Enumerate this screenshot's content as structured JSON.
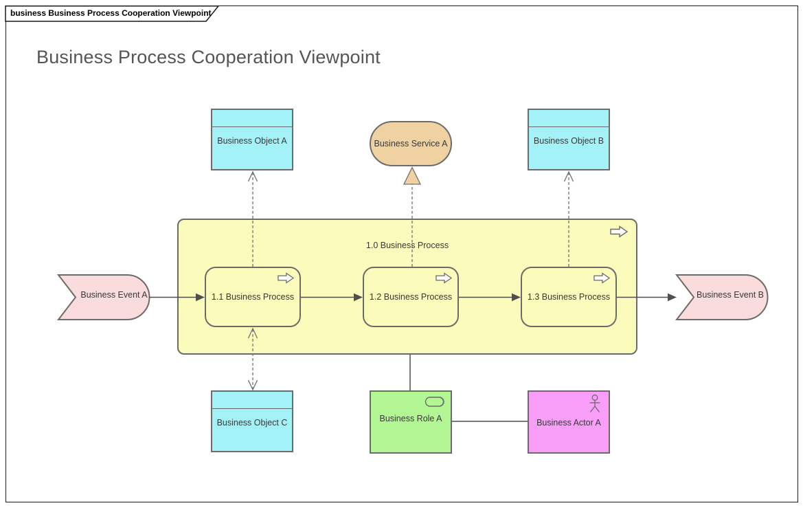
{
  "frame": {
    "tab_label": "business Business Process Cooperation Viewpoint"
  },
  "title": "Business Process Cooperation Viewpoint",
  "colors": {
    "business_object_fill": "#A3F2F8",
    "business_process_fill": "#FBFBBB",
    "business_service_fill": "#F0D2A2",
    "business_event_fill": "#FADCDC",
    "business_role_fill": "#B2F793",
    "business_actor_fill": "#F99EF9",
    "node_border": "#6B6B6B",
    "solid_connector": "#4F4F4F",
    "dashed_connector": "#707070",
    "title_text": "#555555",
    "node_text": "#383838"
  },
  "nodes": {
    "business_object_a": {
      "label": "Business Object A",
      "type": "business-object"
    },
    "business_object_b": {
      "label": "Business Object B",
      "type": "business-object"
    },
    "business_object_c": {
      "label": "Business Object C",
      "type": "business-object"
    },
    "business_service_a": {
      "label": "Business Service A",
      "type": "business-service"
    },
    "process_group": {
      "label": "1.0 Business Process",
      "type": "business-process-group"
    },
    "process_1_1": {
      "label": "1.1 Business Process",
      "type": "business-process"
    },
    "process_1_2": {
      "label": "1.2 Business Process",
      "type": "business-process"
    },
    "process_1_3": {
      "label": "1.3 Business Process",
      "type": "business-process"
    },
    "business_event_a": {
      "label": "Business Event A",
      "type": "business-event"
    },
    "business_event_b": {
      "label": "Business Event B",
      "type": "business-event"
    },
    "business_role_a": {
      "label": "Business Role A",
      "type": "business-role"
    },
    "business_actor_a": {
      "label": "Business Actor A",
      "type": "business-actor"
    }
  },
  "relationships": [
    {
      "from": "business_event_a",
      "to": "process_1_1",
      "style": "solid",
      "arrow": "filled-triangle"
    },
    {
      "from": "process_1_1",
      "to": "process_1_2",
      "style": "solid",
      "arrow": "filled-triangle"
    },
    {
      "from": "process_1_2",
      "to": "process_1_3",
      "style": "solid",
      "arrow": "filled-triangle"
    },
    {
      "from": "process_1_3",
      "to": "business_event_b",
      "style": "solid",
      "arrow": "filled-triangle"
    },
    {
      "from": "process_1_1",
      "to": "business_object_a",
      "style": "dashed",
      "arrow": "open-chevron"
    },
    {
      "from": "process_1_2",
      "to": "business_service_a",
      "style": "dashed",
      "arrow": "hollow-triangle"
    },
    {
      "from": "process_1_3",
      "to": "business_object_b",
      "style": "dashed",
      "arrow": "open-chevron"
    },
    {
      "from": "process_1_1",
      "to": "business_object_c",
      "style": "dashed",
      "arrow": "open-chevron-both-ends"
    },
    {
      "from": "process_group",
      "to": "business_role_a",
      "style": "solid",
      "arrow": "none"
    },
    {
      "from": "business_role_a",
      "to": "business_actor_a",
      "style": "solid",
      "arrow": "none"
    }
  ]
}
